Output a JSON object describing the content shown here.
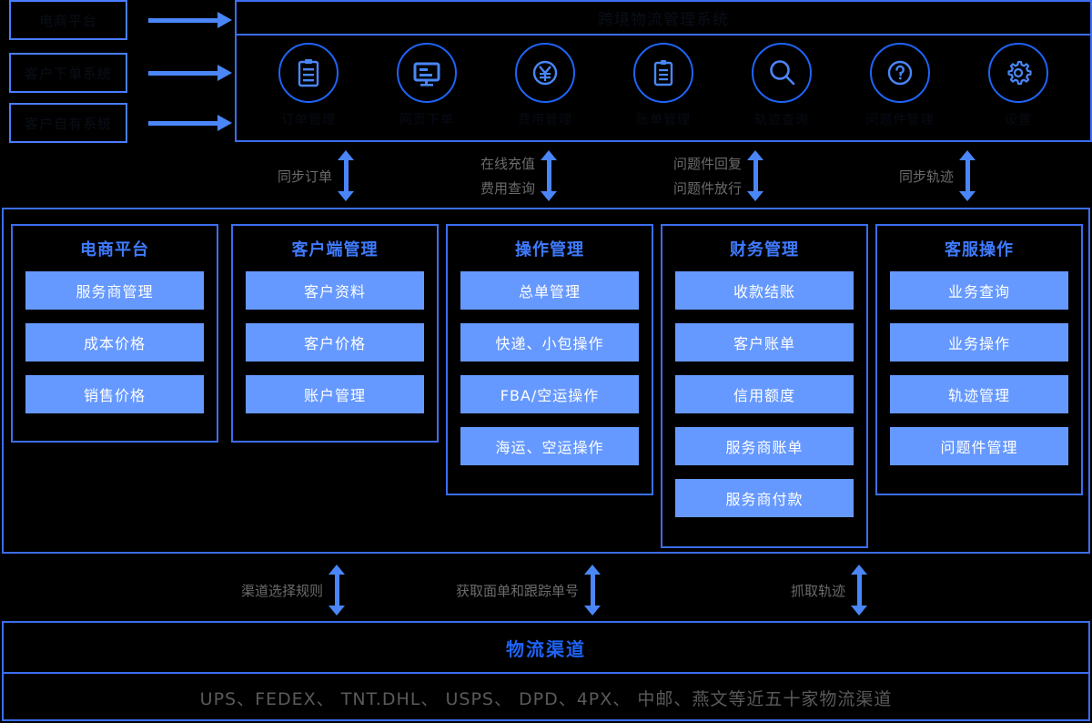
{
  "sources": {
    "items": [
      {
        "label": "电商平台"
      },
      {
        "label": "客户下单系统"
      },
      {
        "label": "客户自有系统"
      }
    ]
  },
  "platform": {
    "title": "跨境物流管理系统",
    "modules": [
      {
        "icon": "clipboard-order-icon",
        "label": "订单管理"
      },
      {
        "icon": "monitor-screen-icon",
        "label": "网页下单"
      },
      {
        "icon": "yen-currency-icon",
        "label": "费用管理"
      },
      {
        "icon": "clipboard-list-icon",
        "label": "账单管理"
      },
      {
        "icon": "search-icon",
        "label": "轨迹查询"
      },
      {
        "icon": "question-mark-icon",
        "label": "问题件管理"
      },
      {
        "icon": "gear-icon",
        "label": "设置"
      }
    ]
  },
  "upper_connectors": [
    {
      "labels": [
        "同步订单"
      ]
    },
    {
      "labels": [
        "在线充值",
        "费用查询"
      ]
    },
    {
      "labels": [
        "问题件回复",
        "问题件放行"
      ]
    },
    {
      "labels": [
        "同步轨迹"
      ]
    }
  ],
  "lower_connectors": [
    {
      "labels": [
        "渠道选择规则"
      ]
    },
    {
      "labels": [
        "获取面单和跟踪单号"
      ]
    },
    {
      "labels": [
        "抓取轨迹"
      ]
    }
  ],
  "mid_panel": {
    "columns": [
      {
        "title": "电商平台",
        "items": [
          "服务商管理",
          "成本价格",
          "销售价格"
        ]
      },
      {
        "title": "客户端管理",
        "items": [
          "客户资料",
          "客户价格",
          "账户管理"
        ]
      },
      {
        "title": "操作管理",
        "items": [
          "总单管理",
          "快递、小包操作",
          "FBA/空运操作",
          "海运、空运操作"
        ]
      },
      {
        "title": "财务管理",
        "items": [
          "收款结账",
          "客户账单",
          "信用额度",
          "服务商账单",
          "服务商付款"
        ]
      },
      {
        "title": "客服操作",
        "items": [
          "业务查询",
          "业务操作",
          "轨迹管理",
          "问题件管理"
        ]
      }
    ]
  },
  "logistics": {
    "title": "物流渠道",
    "list": "UPS、FEDEX、 TNT.DHL、 USPS、 DPD、4PX、 中邮、燕文等近五十家物流渠道"
  },
  "colors": {
    "accent_blue": "#3b6ef0",
    "item_blue": "#6699ff",
    "arrow_blue": "#4a86f7",
    "title_blue": "#3f7bff",
    "background": "#000000",
    "label_gray": "#6b6b6b"
  }
}
